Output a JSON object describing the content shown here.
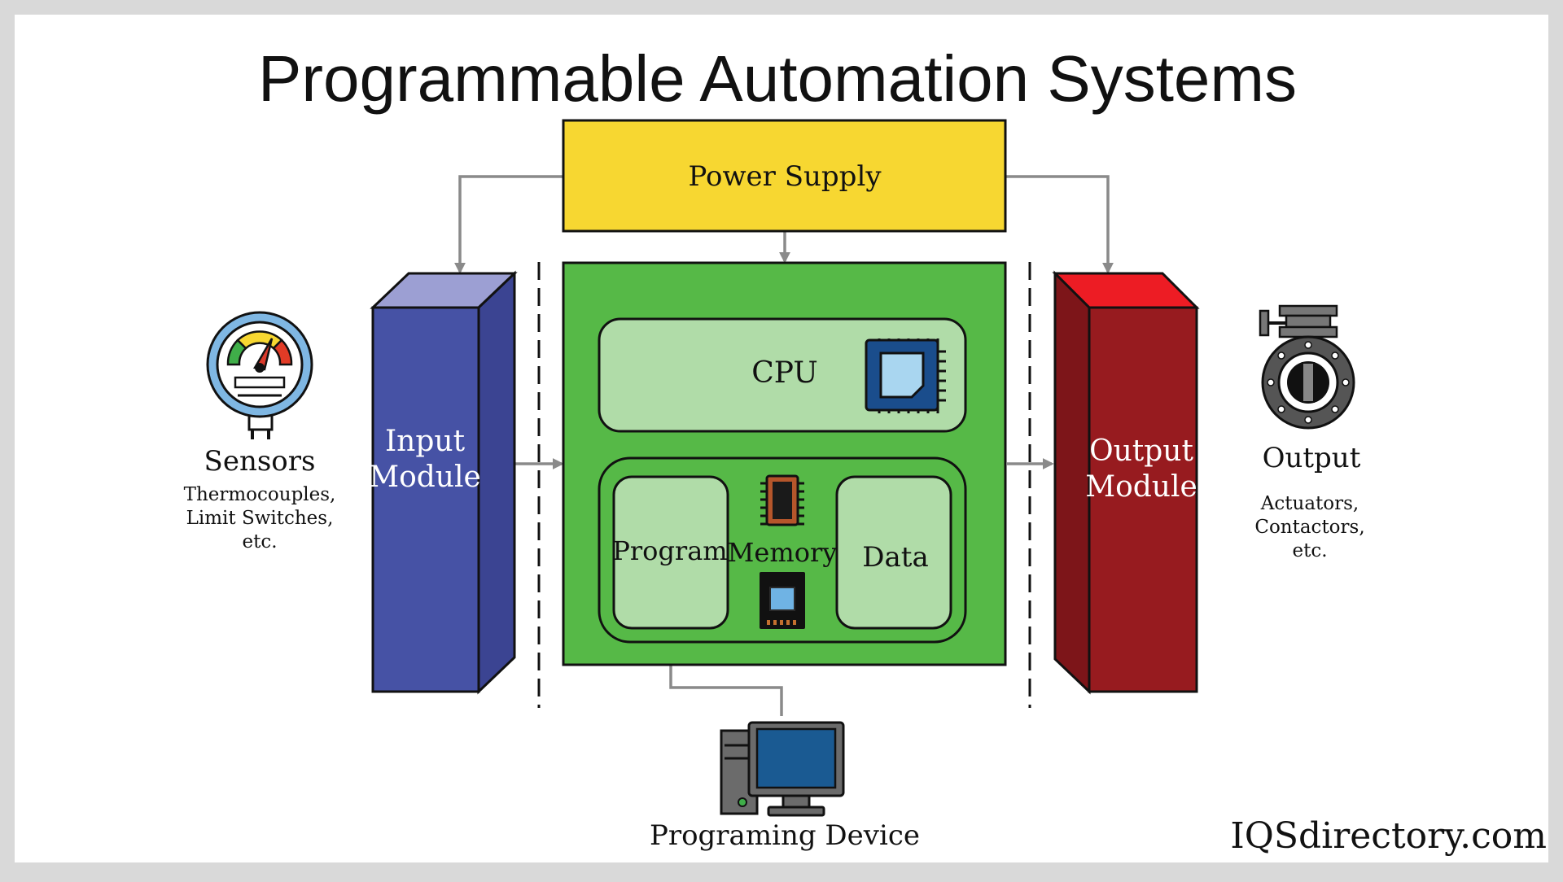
{
  "title": "Programmable Automation Systems",
  "power_supply": {
    "label": "Power Supply"
  },
  "input_module": {
    "line1": "Input",
    "line2": "Module"
  },
  "output_module": {
    "line1": "Output",
    "line2": "Module"
  },
  "cpu": {
    "label": "CPU"
  },
  "memory": {
    "label": "Memory",
    "program_label": "Program",
    "data_label": "Data"
  },
  "sensors": {
    "label": "Sensors",
    "line1": "Thermocouples,",
    "line2": "Limit Switches,",
    "line3": "etc."
  },
  "output": {
    "label": "Output",
    "line1": "Actuators,",
    "line2": "Contactors,",
    "line3": "etc."
  },
  "programming_device": {
    "label": "Programing Device"
  },
  "brand": {
    "label": "IQSdirectory.com"
  },
  "icons": {
    "sensor": "pressure-gauge-icon",
    "output": "valve-actuator-icon",
    "cpu": "cpu-chip-icon",
    "memory": "memory-chip-icon",
    "computer": "desktop-computer-icon"
  },
  "colors": {
    "background": "#d9d9d9",
    "canvas": "#ffffff",
    "power_supply": "#f7d731",
    "input_module": "#4652a5",
    "input_module_top": "#9c9fd3",
    "output_module": "#971b1f",
    "output_module_top": "#ed1c24",
    "controller": "#56b947",
    "inner_panel": "#b0dca8",
    "connector": "#8a8a8a"
  }
}
